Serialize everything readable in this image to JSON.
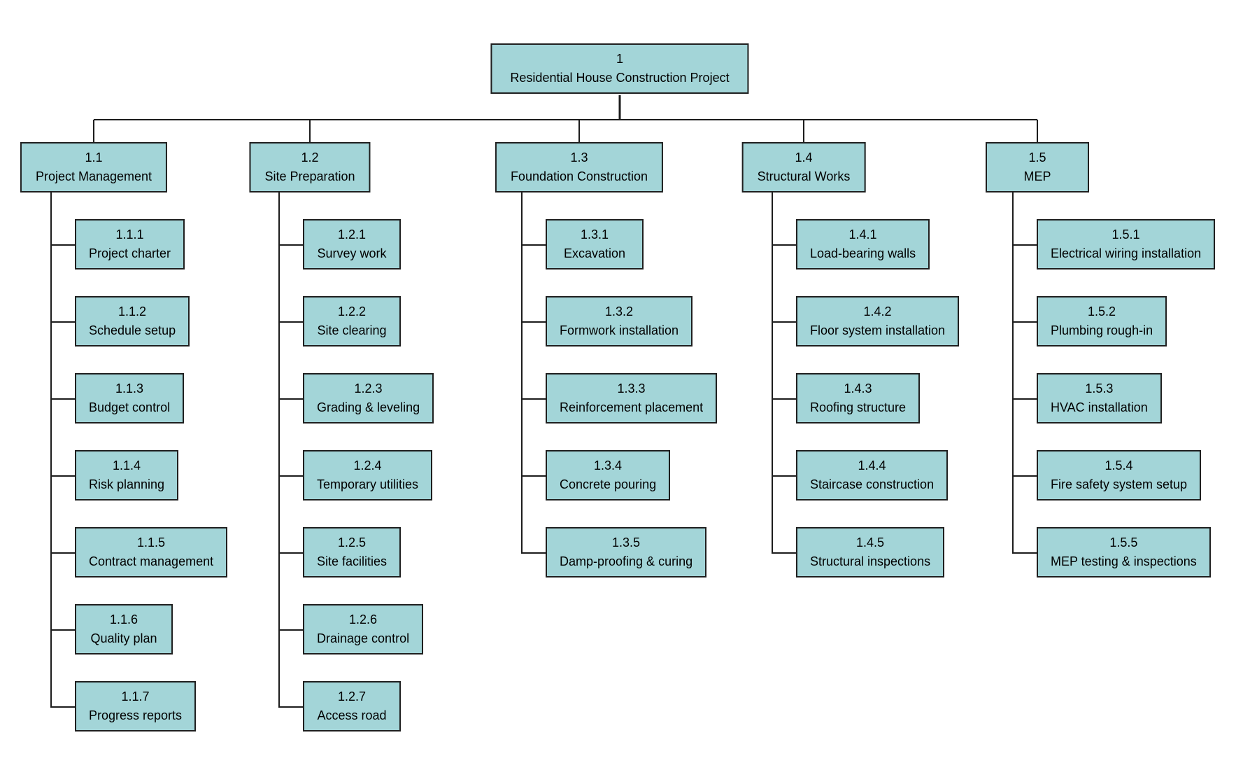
{
  "diagram": {
    "type": "wbs-tree",
    "root": {
      "code": "1",
      "label": "Residential House Construction Project"
    },
    "branches": [
      {
        "code": "1.1",
        "label": "Project Management",
        "children": [
          {
            "code": "1.1.1",
            "label": "Project charter"
          },
          {
            "code": "1.1.2",
            "label": "Schedule setup"
          },
          {
            "code": "1.1.3",
            "label": "Budget control"
          },
          {
            "code": "1.1.4",
            "label": "Risk planning"
          },
          {
            "code": "1.1.5",
            "label": "Contract management"
          },
          {
            "code": "1.1.6",
            "label": "Quality plan"
          },
          {
            "code": "1.1.7",
            "label": "Progress reports"
          }
        ]
      },
      {
        "code": "1.2",
        "label": "Site Preparation",
        "children": [
          {
            "code": "1.2.1",
            "label": "Survey work"
          },
          {
            "code": "1.2.2",
            "label": "Site clearing"
          },
          {
            "code": "1.2.3",
            "label": "Grading & leveling"
          },
          {
            "code": "1.2.4",
            "label": "Temporary utilities"
          },
          {
            "code": "1.2.5",
            "label": "Site facilities"
          },
          {
            "code": "1.2.6",
            "label": "Drainage control"
          },
          {
            "code": "1.2.7",
            "label": "Access road"
          }
        ]
      },
      {
        "code": "1.3",
        "label": "Foundation Construction",
        "children": [
          {
            "code": "1.3.1",
            "label": "Excavation"
          },
          {
            "code": "1.3.2",
            "label": "Formwork installation"
          },
          {
            "code": "1.3.3",
            "label": "Reinforcement placement"
          },
          {
            "code": "1.3.4",
            "label": "Concrete pouring"
          },
          {
            "code": "1.3.5",
            "label": "Damp-proofing & curing"
          }
        ]
      },
      {
        "code": "1.4",
        "label": "Structural Works",
        "children": [
          {
            "code": "1.4.1",
            "label": "Load-bearing walls"
          },
          {
            "code": "1.4.2",
            "label": "Floor system installation"
          },
          {
            "code": "1.4.3",
            "label": "Roofing structure"
          },
          {
            "code": "1.4.4",
            "label": "Staircase construction"
          },
          {
            "code": "1.4.5",
            "label": "Structural inspections"
          }
        ]
      },
      {
        "code": "1.5",
        "label": "MEP",
        "children": [
          {
            "code": "1.5.1",
            "label": "Electrical wiring installation"
          },
          {
            "code": "1.5.2",
            "label": "Plumbing rough-in"
          },
          {
            "code": "1.5.3",
            "label": "HVAC installation"
          },
          {
            "code": "1.5.4",
            "label": "Fire safety system setup"
          },
          {
            "code": "1.5.5",
            "label": "MEP testing & inspections"
          }
        ]
      }
    ],
    "colors": {
      "node_fill": "#a3d5d8",
      "node_border": "#1f1f1f",
      "connector": "#1c1c1c",
      "background": "#ffffff",
      "text": "#000000"
    }
  }
}
